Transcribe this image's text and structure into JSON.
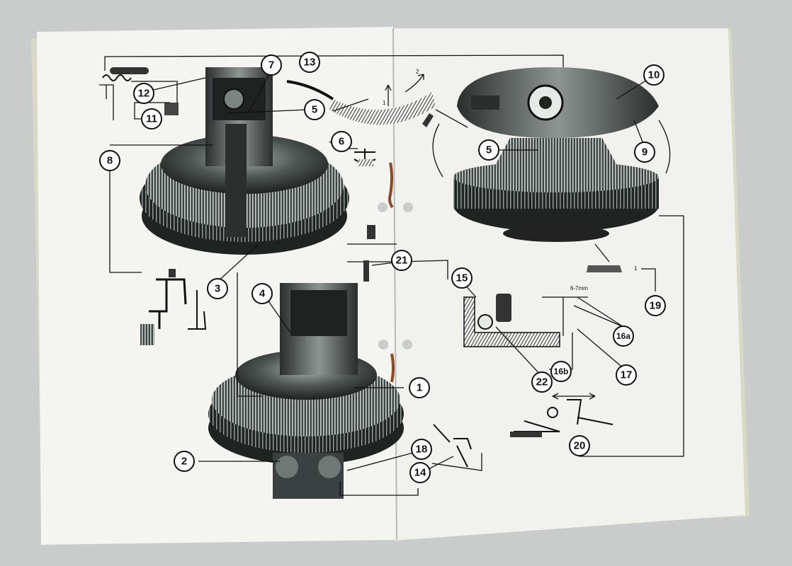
{
  "photo": {
    "subject": "open printed manual spread with technical illustrations of a rotary machine and numbered callouts",
    "colors": {
      "background": "#c9ccca",
      "page": "#f4f4f1",
      "ink": "#111111",
      "machine_dark": "#2f3332",
      "machine_mid": "#5e6664",
      "machine_light": "#9aa3a0",
      "rust": "#8a4a2a"
    }
  },
  "callouts": {
    "c1": "1",
    "c2": "2",
    "c3": "3",
    "c4": "4",
    "c5a": "5",
    "c5b": "5",
    "c6": "6",
    "c7": "7",
    "c8": "8",
    "c9": "9",
    "c10": "10",
    "c11": "11",
    "c12": "12",
    "c13": "13",
    "c14": "14",
    "c15": "15",
    "c16a": "16a",
    "c16b": "16b",
    "c17": "17",
    "c18": "18",
    "c19": "19",
    "c20": "20",
    "c21": "21",
    "c22": "22"
  },
  "small_labels": {
    "dim_6_7mm": "6-7mm",
    "dim_1": "1",
    "arrow_1": "1",
    "arrow_2": "2"
  }
}
